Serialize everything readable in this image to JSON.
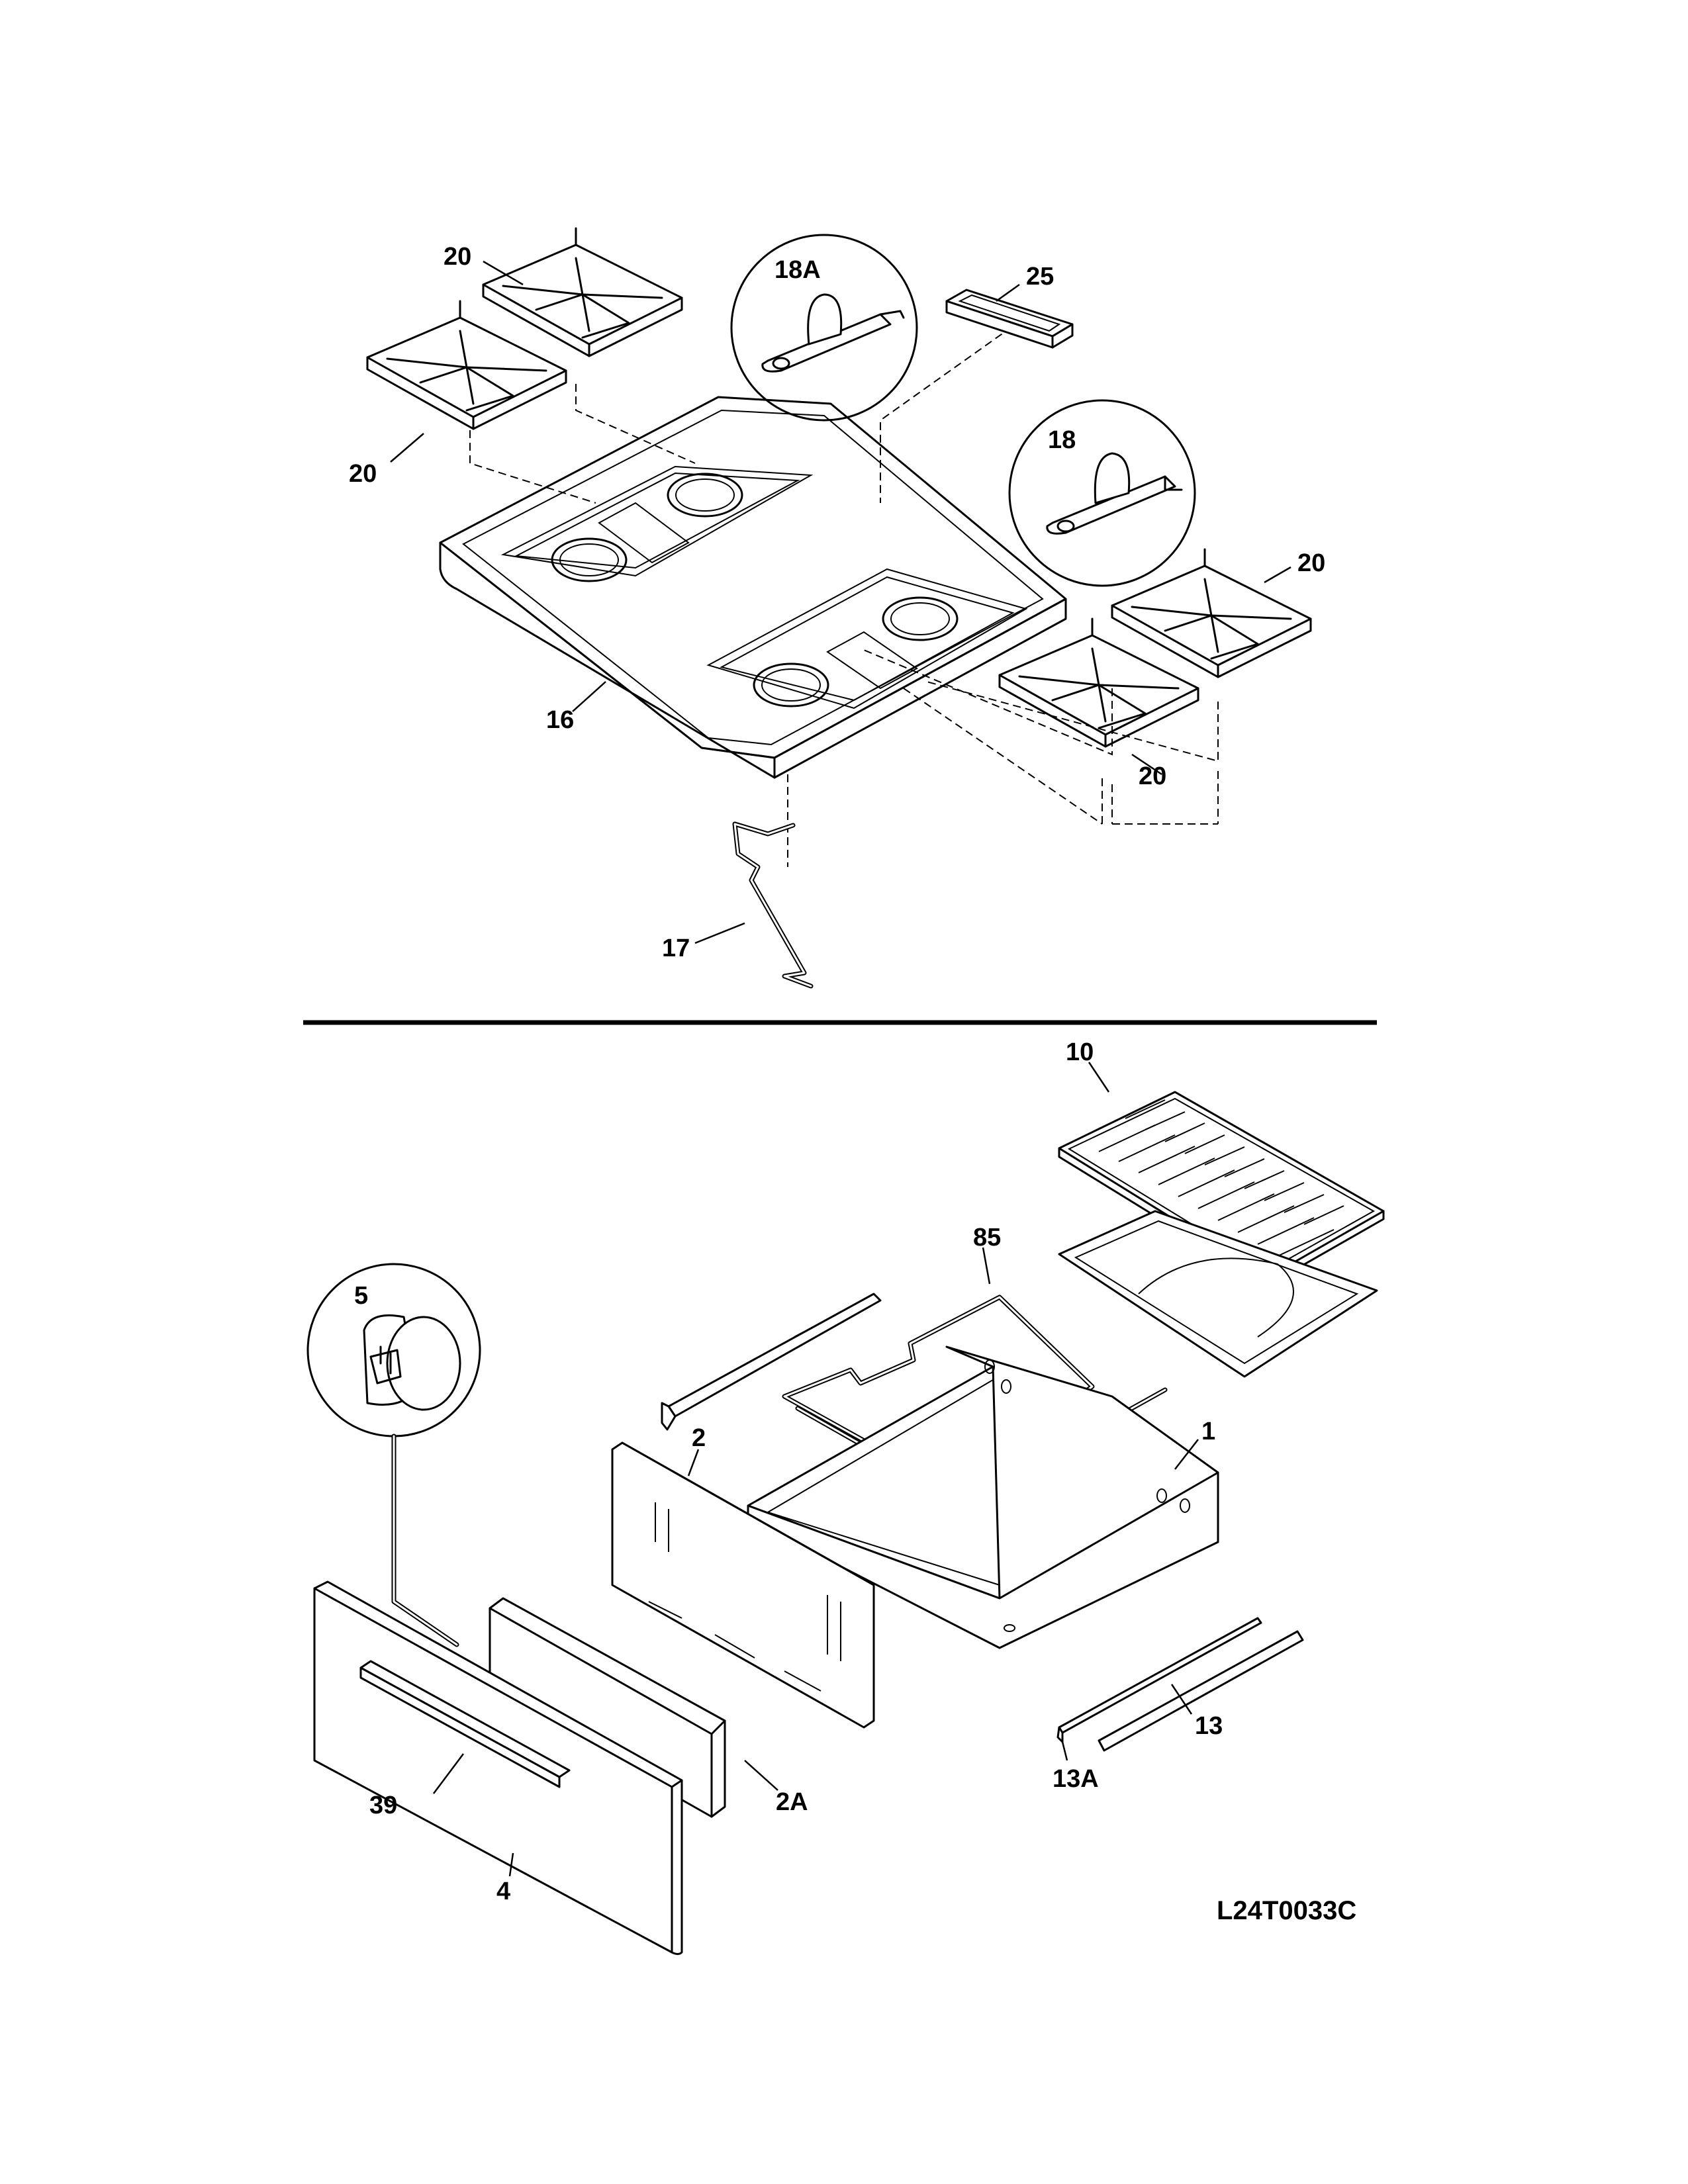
{
  "diagram_code": "L24T0033C",
  "callouts": {
    "grate_top_left_upper": "20",
    "grate_top_left_lower": "20",
    "grate_right_upper": "20",
    "grate_right_lower": "20",
    "bracket_18a": "18A",
    "bracket_18": "18",
    "part_25": "25",
    "cooktop_16": "16",
    "wire_17": "17",
    "broiler_rack_10": "10",
    "oven_rack_85": "85",
    "drawer_body_1": "1",
    "drawer_back_2": "2",
    "drawer_front_2a": "2A",
    "drawer_panel_4": "4",
    "handle_39": "39",
    "slide_13": "13",
    "slide_13a": "13A",
    "clip_5": "5"
  }
}
